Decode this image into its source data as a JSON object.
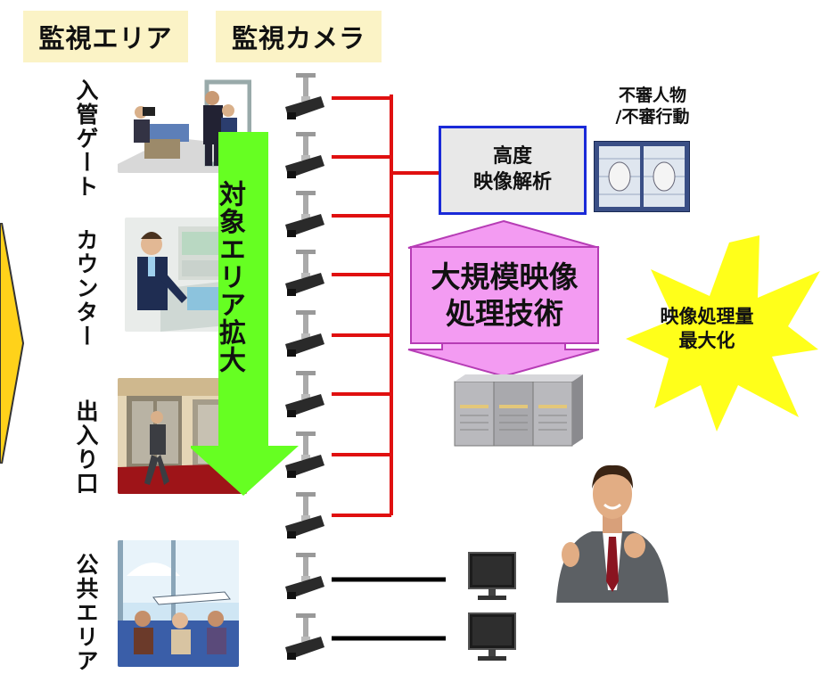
{
  "headers": {
    "area": "監視エリア",
    "camera": "監視カメラ"
  },
  "areas": {
    "gate": "入管ゲート",
    "counter": "カウンター",
    "entrance": "出入り口",
    "public": "公共エリア"
  },
  "arrow_label": "対象エリア拡大",
  "analysis_box": {
    "line1": "高度",
    "line2": "映像解析"
  },
  "suspicious_label": {
    "line1": "不審人物",
    "line2": "/不審行動"
  },
  "processing_box": {
    "line1": "大規模映像",
    "line2": "処理技術"
  },
  "burst_label": {
    "line1": "映像処理量",
    "line2": "最大化"
  },
  "colors": {
    "header_bg": "#fbf3c6",
    "red_line": "#e01010",
    "analysis_border": "#1a2ad8",
    "processing_fill": "#f39bf2",
    "arrow_green": "#66ff22",
    "burst_yellow": "#ffff1a"
  },
  "icons": [
    "camera-icon",
    "server-icon",
    "monitor-icon",
    "businessman-icon",
    "face-scan-icon"
  ]
}
